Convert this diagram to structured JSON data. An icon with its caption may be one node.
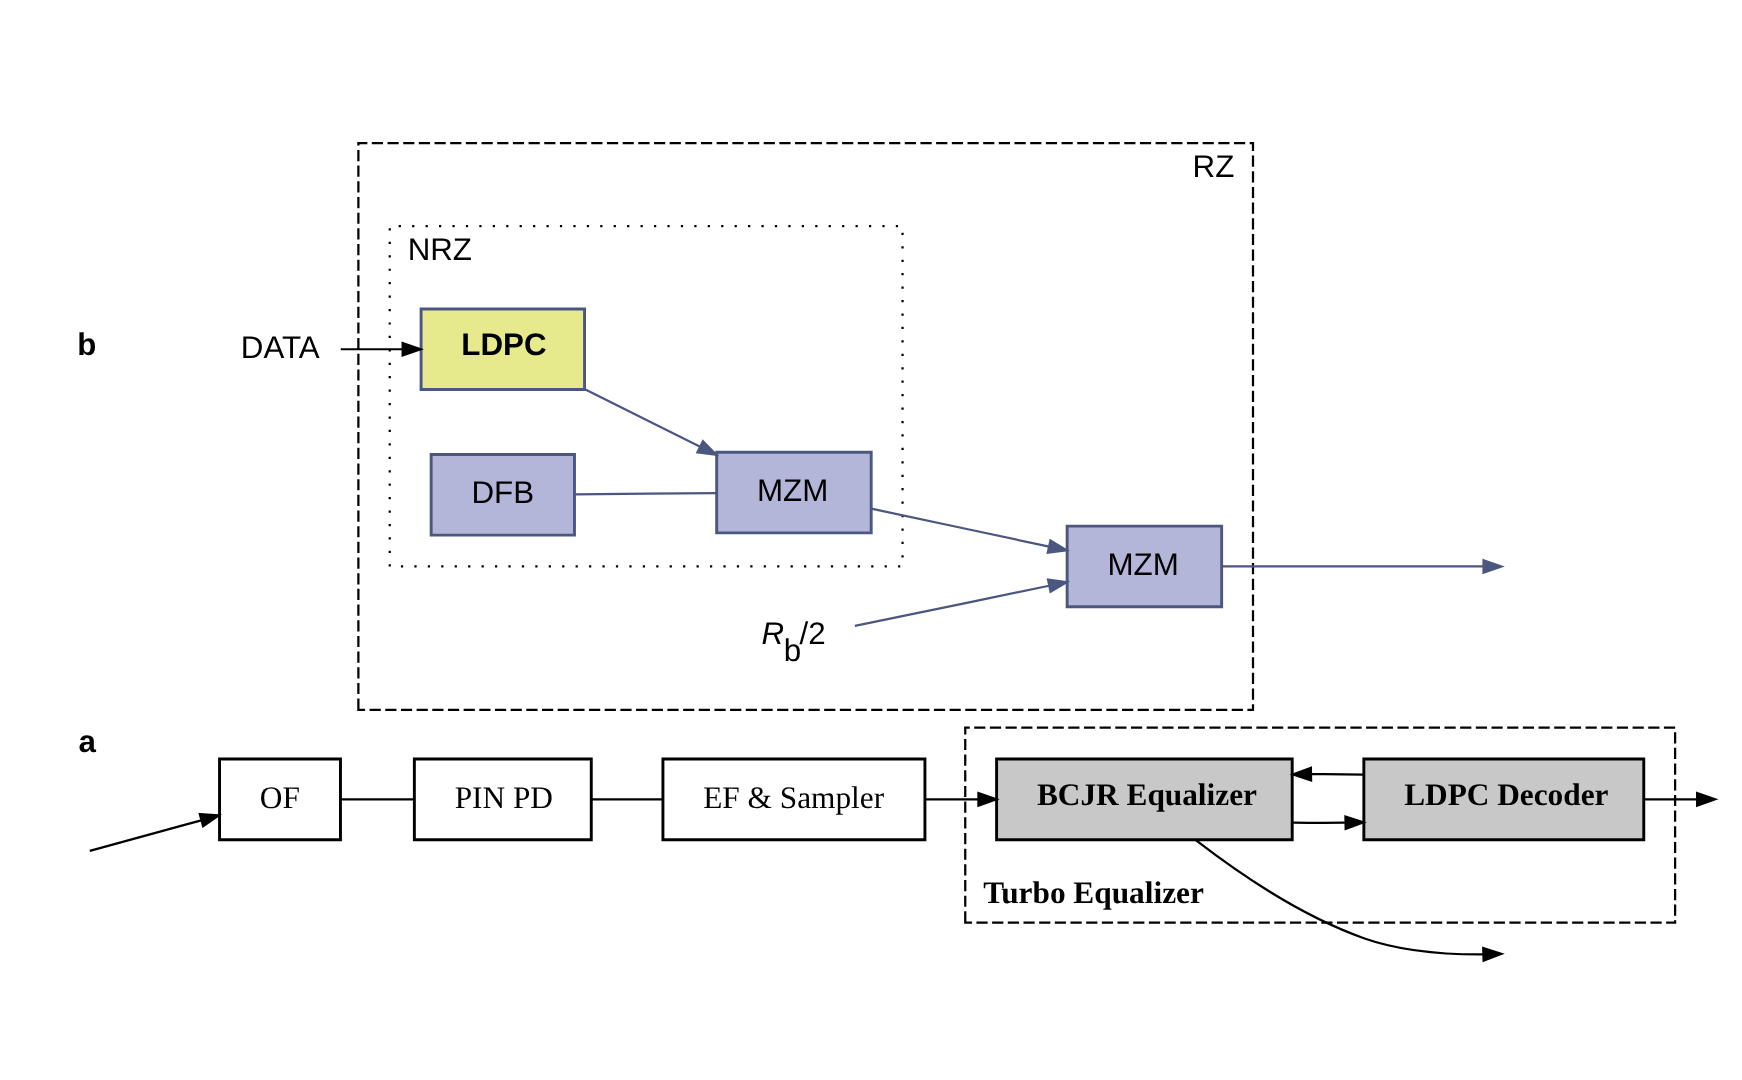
{
  "diagram": {
    "nodes": [
      {
        "text": [
          "OF"
        ]
      },
      {
        "text": [
          "PIN PD"
        ]
      },
      {
        "text": [
          "EF & Sampler"
        ]
      },
      {
        "text": [
          "Turbo Equalizer"
        ]
      },
      {
        "text": [
          "BCJR Equalizer"
        ],
        "in": 3
      },
      {
        "text": [
          "LDPC Decoder"
        ],
        "in": 3
      },
      {
        "text": [
          "DATA"
        ]
      },
      {
        "text": [
          "RZ"
        ]
      },
      {
        "text": [
          "NRZ"
        ],
        "in": 7
      },
      {
        "text": [
          "LDPC"
        ],
        "in": 8
      },
      {
        "text": [
          "*R*$_{b}$/2"
        ],
        "in": 7
      },
      {
        "text": [
          "DFB"
        ],
        "in": 8
      },
      {
        "text": [
          "MZM"
        ],
        "in": 8
      },
      {
        "text": [
          "MZM"
        ],
        "in": 7
      }
    ],
    "edges": [
      {
        "from": null,
        "to": 0,
        "arrow": "to"
      },
      {
        "from": 0,
        "to": 1,
        "arrow": "none"
      },
      {
        "from": 1,
        "to": 2,
        "arrow": "none"
      },
      {
        "from": 2,
        "to": 4,
        "arrow": "to"
      },
      {
        "from": 4,
        "to": 5,
        "arrow": "to"
      },
      {
        "from": 5,
        "to": 4,
        "arrow": "to"
      },
      {
        "from": 5,
        "to": null,
        "arrow": "to"
      },
      {
        "from": 4,
        "to": null,
        "arrow": "to"
      },
      {
        "from": 6,
        "to": 9,
        "arrow": "to"
      },
      {
        "from": 9,
        "to": 12,
        "arrow": "to",
        "color": "#4c5780"
      },
      {
        "from": 11,
        "to": 12,
        "arrow": "none",
        "color": "#4c5780"
      },
      {
        "from": 12,
        "to": 13,
        "arrow": "to",
        "color": "#4c5780"
      },
      {
        "from": 10,
        "to": 13,
        "arrow": "to",
        "color": "#4c5780"
      },
      {
        "from": 13,
        "to": null,
        "arrow": "to",
        "color": "#4c5780"
      }
    ],
    "labels": [
      "a",
      "b"
    ]
  }
}
